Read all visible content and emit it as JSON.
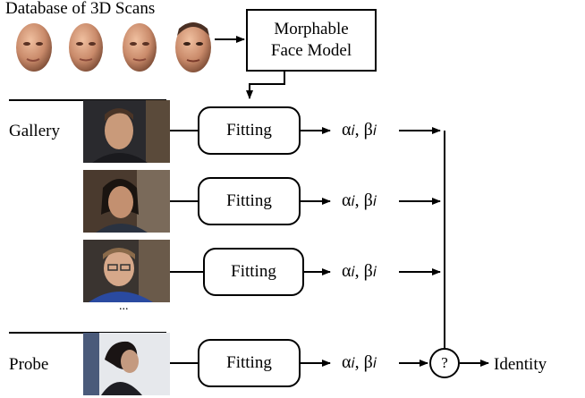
{
  "title": "Database of 3D Scans",
  "model_box": {
    "line1": "Morphable",
    "line2": "Face Model"
  },
  "rows": [
    {
      "label": "Gallery",
      "box": "Fitting",
      "alpha": "α",
      "beta": "β",
      "sub": "i"
    },
    {
      "label": "",
      "box": "Fitting",
      "alpha": "α",
      "beta": "β",
      "sub": "i"
    },
    {
      "label": "",
      "box": "Fitting",
      "alpha": "α",
      "beta": "β",
      "sub": "i"
    },
    {
      "label": "Probe",
      "box": "Fitting",
      "alpha": "α",
      "beta": "β",
      "sub": "i"
    }
  ],
  "ellipsis": "...",
  "compare_symbol": "?",
  "output_label": "Identity",
  "colors": {
    "line": "#000000",
    "skin": "#c98a6a",
    "photo_bg": "#3a2a22"
  }
}
